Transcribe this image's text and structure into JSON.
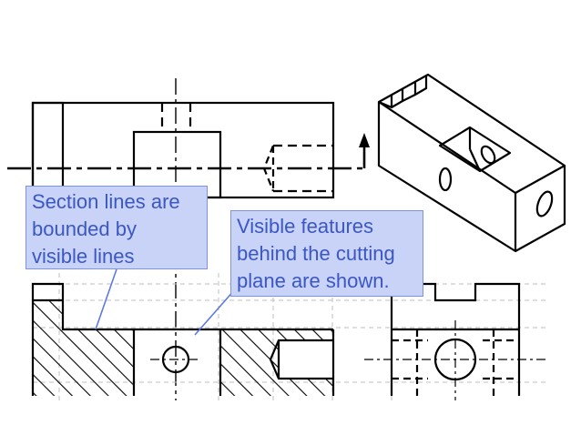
{
  "callouts": {
    "section_lines": {
      "lines": [
        "Section lines are",
        "bounded by",
        "visible lines"
      ]
    },
    "visible_features": {
      "lines": [
        "Visible features",
        "behind the cutting",
        "plane are shown."
      ]
    }
  },
  "colors": {
    "callout_fill": "#c9d3f7",
    "callout_border": "#7d93de",
    "callout_text": "#3a57c4",
    "drawing_line": "#000000",
    "hidden_grid": "#bfbfbf"
  }
}
